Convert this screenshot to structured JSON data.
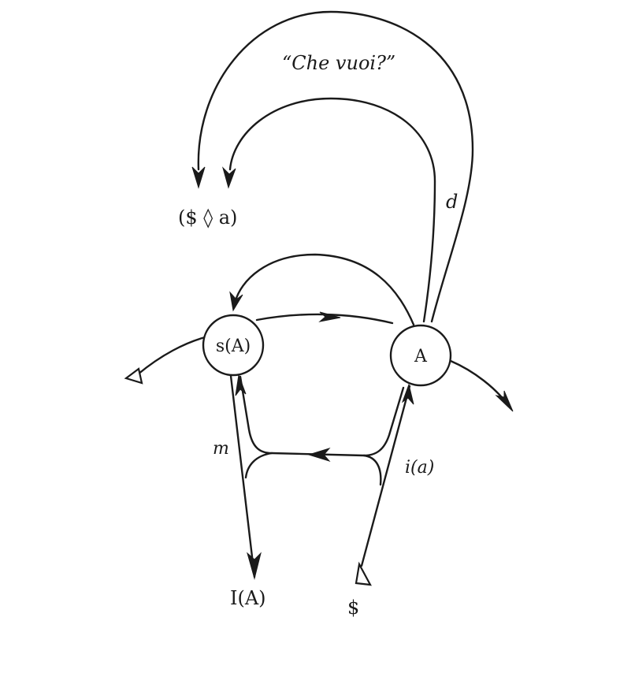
{
  "quote": "“Che vuoi?”",
  "fantasy": "($ ◊ a)",
  "drive": "d",
  "meaning_node": "s(A)",
  "other_node": "A",
  "meaning_path": "m",
  "ideal_ego": "I(A)",
  "ego_image": "i(a)",
  "subject": "$"
}
